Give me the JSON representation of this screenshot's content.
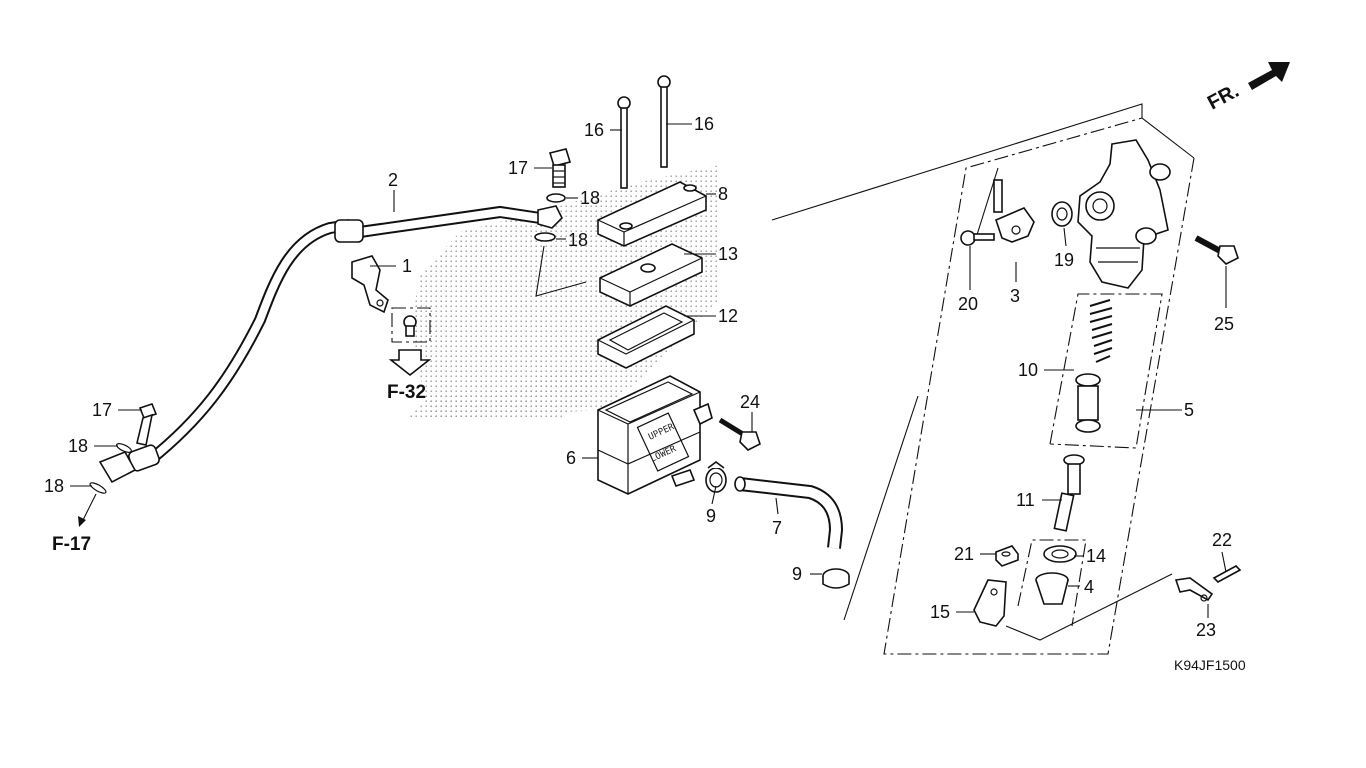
{
  "diagram": {
    "direction_label": "FR.",
    "figure_code": "K94JF1500",
    "references": {
      "f32": "F-32",
      "f17": "F-17"
    },
    "reservoir_marks": {
      "upper": "UPPER",
      "lower": "LOWER"
    },
    "callouts": {
      "c1": "1",
      "c2": "2",
      "c3": "3",
      "c4": "4",
      "c5": "5",
      "c6": "6",
      "c7": "7",
      "c8": "8",
      "c9a": "9",
      "c9b": "9",
      "c10": "10",
      "c11": "11",
      "c12": "12",
      "c13": "13",
      "c14": "14",
      "c15": "15",
      "c16a": "16",
      "c16b": "16",
      "c17a": "17",
      "c17b": "17",
      "c18a": "18",
      "c18b": "18",
      "c18c": "18",
      "c18d": "18",
      "c19": "19",
      "c20": "20",
      "c21": "21",
      "c22": "22",
      "c23": "23",
      "c24": "24",
      "c25": "25"
    }
  }
}
